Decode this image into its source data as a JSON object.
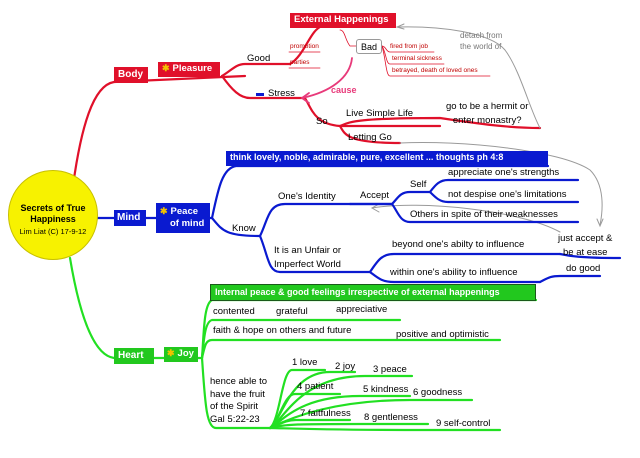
{
  "center": {
    "title_line1": "Secrets of True",
    "title_line2": "Happiness",
    "author": "Lim Liat (C) 17-9-12"
  },
  "body": {
    "label": "Body",
    "pleasure": "Pleasure",
    "good": "Good",
    "good_items": [
      "promotion",
      "parties"
    ],
    "external": "External Happenings",
    "bad": "Bad",
    "bad_items": [
      "fired from job",
      "terminal sickness",
      "betrayed, death of loved ones"
    ],
    "detach": [
      "detach from",
      "the world of"
    ],
    "cause": "cause",
    "stress": "Stress",
    "so": "So",
    "live_simple": "Live Simple Life",
    "hermit": [
      "go to be a hermit or",
      "enter monastry?"
    ],
    "letting_go": "Letting Go"
  },
  "mind": {
    "label": "Mind",
    "peace": [
      "Peace",
      "of mind"
    ],
    "think": "think lovely, noble, admirable, pure, excellent ... thoughts  ph 4:8",
    "know": "Know",
    "identity": "One's Identity",
    "accept": "Accept",
    "self": "Self",
    "self_items": [
      "appreciate one's strengths",
      "not despise one's limitations"
    ],
    "others": "Others in spite of their weaknesses",
    "unfair": [
      "It is an Unfair or",
      "Imperfect World"
    ],
    "beyond": "beyond one's abilty to influence",
    "within": "within one's ability to influence",
    "just_accept": [
      "just accept &",
      "be at ease"
    ],
    "do_good": "do good"
  },
  "heart": {
    "label": "Heart",
    "joy": "Joy",
    "internal": "Internal peace & good feelings irrespective of external happenings",
    "contented": "contented",
    "grateful": "grateful",
    "appreciative": "appreciative",
    "faith": "faith & hope on others and future",
    "positive": "positive and optimistic",
    "fruit_lines": [
      "hence able to",
      "have the fruit",
      "of the Spirit",
      "Gal 5:22-23"
    ],
    "fruits": [
      "1 love",
      "2 joy",
      "3 peace",
      "4 patient",
      "5 kindness",
      "6 goodness",
      "7 faitfulness",
      "8 gentleness",
      "9 self-control"
    ]
  },
  "colors": {
    "red": "#e0102a",
    "blue": "#0a1ad0",
    "green": "#22e022",
    "yellow": "#f7f200",
    "gray": "#9a9a9a",
    "pink": "#e83a7a"
  }
}
